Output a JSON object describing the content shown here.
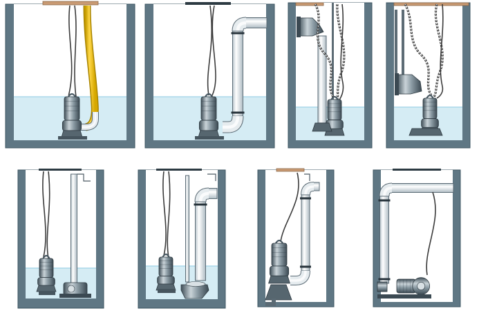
{
  "figure": {
    "colors": {
      "pit_wall": "#5f7784",
      "pit_wall_stroke": "#3d5562",
      "interior": "#ffffff",
      "water": "#d5ecf4",
      "water_line": "#9fd2e6",
      "cover_plate": "#c99a73",
      "pipe_fill": "#eef2f4",
      "pipe_stroke": "#5a6a74",
      "pump_dark": "#4a5a64",
      "pump_mid": "#8fa0aa",
      "pump_light": "#c5d0d6",
      "hose": "#f2c200",
      "hose_stroke": "#a88400",
      "cable": "#3a3a3a",
      "chain": "#444444"
    },
    "installations": [
      {
        "name": "portable-wet-pit-with-hose",
        "row": 1,
        "col": 1
      },
      {
        "name": "portable-wet-pit-with-rigid-riser",
        "row": 1,
        "col": 2
      },
      {
        "name": "wet-pit-guide-rail-auto-coupling",
        "row": 1,
        "col": 3
      },
      {
        "name": "wet-pit-guide-rail-side-mounted",
        "row": 1,
        "col": 4
      },
      {
        "name": "wet-pit-with-floor-base-coupling",
        "row": 2,
        "col": 1
      },
      {
        "name": "wet-pit-with-discharge-elbow-stand",
        "row": 2,
        "col": 2
      },
      {
        "name": "dry-pit-vertical-installation",
        "row": 2,
        "col": 3
      },
      {
        "name": "dry-pit-horizontal-installation",
        "row": 2,
        "col": 4
      }
    ]
  }
}
